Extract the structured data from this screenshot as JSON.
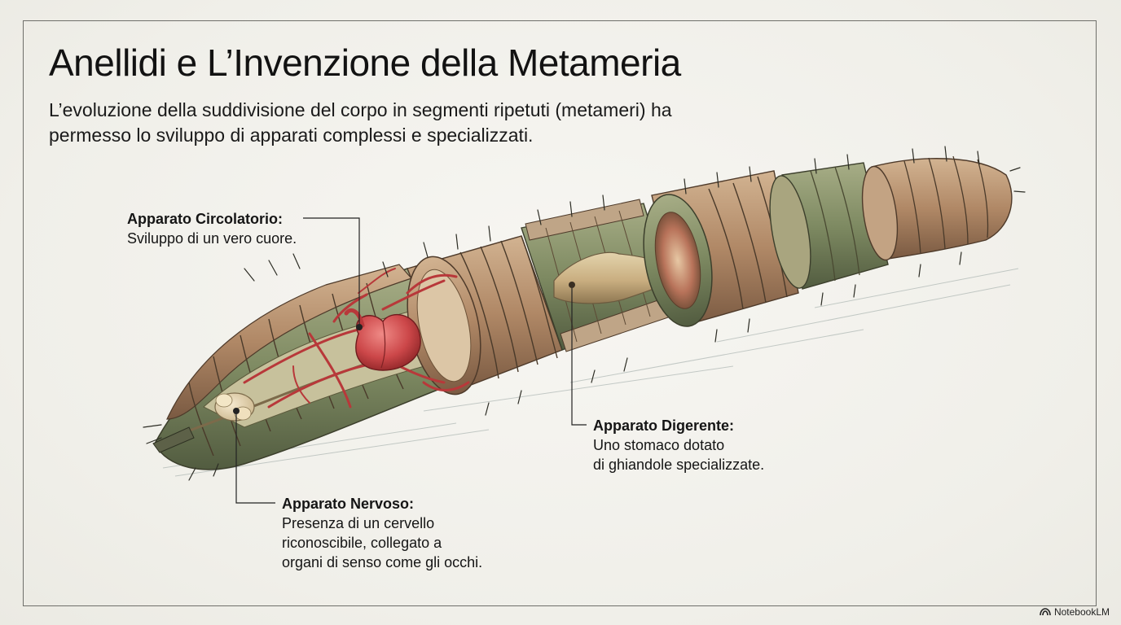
{
  "title": "Anellidi e L’Invenzione della Metameria",
  "subtitle": {
    "line1": "L’evoluzione della suddivisione del corpo in segmenti ripetuti (metameri) ha",
    "line2": "permesso lo sviluppo di apparati complessi e specializzati."
  },
  "labels": {
    "circulatory": {
      "heading": "Apparato Circolatorio:",
      "lines": [
        "Sviluppo di un vero cuore."
      ]
    },
    "digestive": {
      "heading": "Apparato Digerente:",
      "lines": [
        "Uno stomaco dotato",
        "di ghiandole specializzate."
      ]
    },
    "nervous": {
      "heading": "Apparato Nervoso:",
      "lines": [
        "Presenza di un cervello",
        "riconoscibile, collegato a",
        "organi di senso come gli occhi."
      ]
    }
  },
  "brand": {
    "name": "NotebookLM",
    "icon": "notebooklm-logo-icon"
  },
  "colors": {
    "background": "#f2f1ec",
    "frame": "#6f6f6a",
    "body_tan": "#b89575",
    "body_green": "#7d8a5e",
    "heart_red": "#c8494b",
    "vessel_red": "#b8383a",
    "brain_cream": "#e8d8b4",
    "leader_line": "#222222"
  }
}
